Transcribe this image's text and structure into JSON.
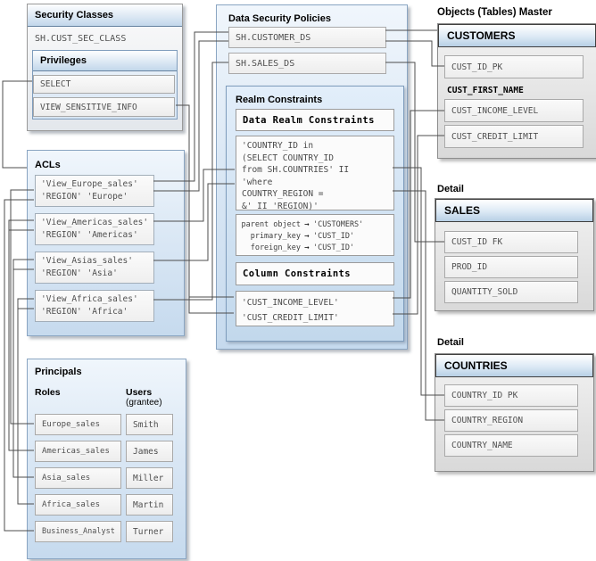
{
  "colors": {
    "header_blue": "#b7cfe5",
    "container_blue": "#c6daee",
    "wire": "#4c4c4c",
    "row_text": "#4f4f4f"
  },
  "security_classes": {
    "title": "Security Classes",
    "class_name": "SH.CUST_SEC_CLASS",
    "privileges": {
      "title": "Privileges",
      "rows": [
        "SELECT",
        "VIEW_SENSITIVE_INFO"
      ]
    }
  },
  "acls": {
    "title": "ACLs",
    "entries": [
      {
        "line1": "'View_Europe_sales'",
        "line2": "'REGION' 'Europe'"
      },
      {
        "line1": "'View_Americas_sales'",
        "line2": "'REGION' 'Americas'"
      },
      {
        "line1": "'View_Asias_sales'",
        "line2": "'REGION' 'Asia'"
      },
      {
        "line1": "'View_Africa_sales'",
        "line2": "'REGION' 'Africa'"
      }
    ]
  },
  "principals": {
    "title": "Principals",
    "roles_label": "Roles",
    "users_label": "Users",
    "users_sublabel": "(grantee)",
    "roles": [
      "Europe_sales",
      "Americas_sales",
      "Asia_sales",
      "Africa_sales",
      "Business_Analyst"
    ],
    "users": [
      "Smith",
      "James",
      "Miller",
      "Martin",
      "Turner"
    ]
  },
  "policies": {
    "title": "Data Security Policies",
    "rows": [
      "SH.CUSTOMER_DS",
      "SH.SALES_DS"
    ],
    "realm": {
      "title": "Realm Constraints",
      "data_realm_header": "Data Realm Constraints",
      "sql_lines": [
        "'COUNTRY_ID in",
        "(SELECT COUNTRY_ID",
        "from SH.COUNTRIES' II",
        "'where",
        "COUNTRY_REGION =",
        "&' II 'REGION)'"
      ],
      "mappings": [
        {
          "label": "parent object",
          "arrow": "→",
          "value": "'CUSTOMERS'"
        },
        {
          "label": "primary_key",
          "arrow": "→",
          "value": "'CUST_ID'"
        },
        {
          "label": "foreign_key",
          "arrow": "→",
          "value": "'CUST_ID'"
        }
      ],
      "column_constraints": {
        "header": "Column Constraints",
        "rows": [
          "'CUST_INCOME_LEVEL'",
          "'CUST_CREDIT_LIMIT'"
        ]
      }
    }
  },
  "objects": {
    "master_label": "Objects (Tables) Master",
    "detail_label_sales": "Detail",
    "detail_label_countries": "Detail",
    "customers": {
      "title": "CUSTOMERS",
      "rows": [
        "CUST_ID_PK",
        "CUST_FIRST_NAME",
        "CUST_INCOME_LEVEL",
        "CUST_CREDIT_LIMIT"
      ]
    },
    "sales": {
      "title": "SALES",
      "rows": [
        "CUST_ID FK",
        "PROD_ID",
        "QUANTITY_SOLD"
      ]
    },
    "countries": {
      "title": "COUNTRIES",
      "rows": [
        "COUNTRY_ID PK",
        "COUNTRY_REGION",
        "COUNTRY_NAME"
      ]
    }
  }
}
